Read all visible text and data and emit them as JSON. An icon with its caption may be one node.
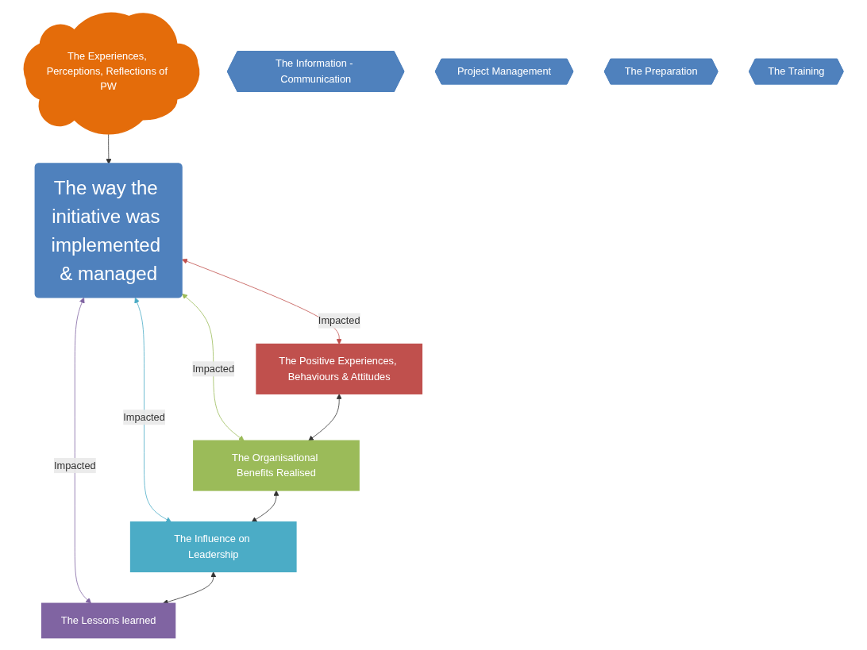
{
  "diagram": {
    "nodes": [
      {
        "text": [
          "The Experiences, Perceptions, Reflections of PW"
        ]
      },
      {
        "text": [
          "The Information - Communication"
        ]
      },
      {
        "text": [
          "Project Management"
        ]
      },
      {
        "text": [
          "The way the initiative was implemented & managed"
        ]
      },
      {
        "text": [
          "The Preparation"
        ]
      },
      {
        "text": [
          "The Training"
        ]
      },
      {
        "text": [
          "The Positive Experiences, Behaviours & Attitudes"
        ]
      },
      {
        "text": [
          "The Organisational Benefits Realised"
        ]
      },
      {
        "text": [
          "The Influence on Leadership"
        ]
      },
      {
        "text": [
          "The Lessons learned"
        ]
      }
    ],
    "edges": [
      {
        "from": 0,
        "to": 3,
        "arrow": "to"
      },
      {
        "from": 3,
        "to": 6,
        "arrow": "both",
        "label": "Impacted",
        "color": "#c0504d"
      },
      {
        "from": 3,
        "to": 7,
        "arrow": "both",
        "label": "Impacted",
        "color": "#9bbb59"
      },
      {
        "from": 3,
        "to": 8,
        "arrow": "both",
        "label": "Impacted",
        "color": "#4bacc6"
      },
      {
        "from": 3,
        "to": 9,
        "arrow": "both",
        "label": "Impacted",
        "color": "#8064a2"
      },
      {
        "from": 6,
        "to": 7,
        "arrow": "both"
      },
      {
        "from": 7,
        "to": 8,
        "arrow": "both"
      },
      {
        "from": 8,
        "to": 9,
        "arrow": "both"
      }
    ]
  }
}
